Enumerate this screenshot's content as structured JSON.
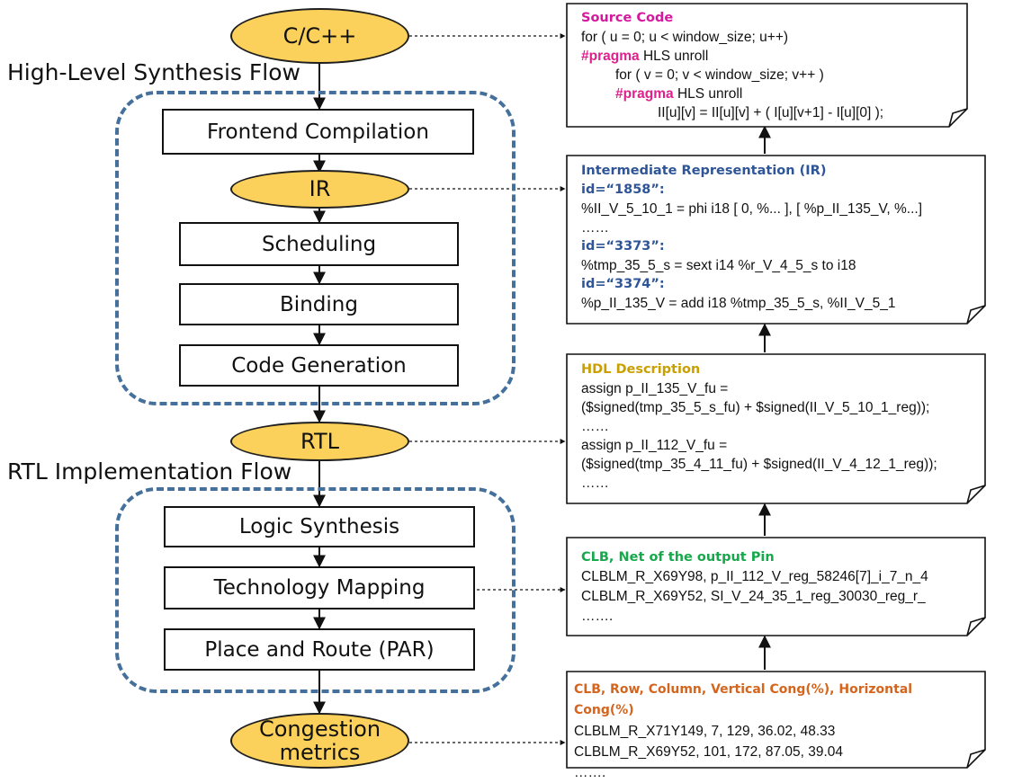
{
  "nodes": {
    "source": "C/C++",
    "ir": "IR",
    "rtl": "RTL",
    "congestion": "Congestion metrics"
  },
  "flows": {
    "hls": {
      "title": "High-Level Synthesis Flow",
      "steps": [
        "Frontend Compilation",
        "Scheduling",
        "Binding",
        "Code Generation"
      ]
    },
    "rtl": {
      "title": "RTL Implementation Flow",
      "steps": [
        "Logic Synthesis",
        "Technology Mapping",
        "Place and Route (PAR)"
      ]
    }
  },
  "notes": {
    "source_code": {
      "title": "Source Code",
      "lines": [
        "for ( u = 0; u < window_size; u++)",
        "HLS unroll",
        "for ( v = 0; v < window_size; v++ )",
        "HLS unroll",
        "II[u][v] = II[u][v] + ( I[u][v+1] - I[u][0] );"
      ],
      "pragma": "#pragma"
    },
    "ir": {
      "title": "Intermediate Representation (IR)",
      "lines": [
        "id=“1858”:",
        "%II_V_5_10_1 = phi i18 [ 0, %... ], [ %p_II_135_V, %...]",
        "……",
        "id=“3373”:",
        "%tmp_35_5_s = sext i14 %r_V_4_5_s to i18",
        "id=“3374”:",
        "%p_II_135_V = add i18 %tmp_35_5_s, %II_V_5_1"
      ]
    },
    "hdl": {
      "title": "HDL Description",
      "lines": [
        "assign p_II_135_V_fu =",
        "($signed(tmp_35_5_s_fu)  + $signed(II_V_5_10_1_reg));",
        "……",
        "assign p_II_112_V_fu =",
        "($signed(tmp_35_4_11_fu) + $signed(II_V_4_12_1_reg));",
        "……"
      ]
    },
    "clb_net": {
      "title": "CLB, Net of the output Pin",
      "lines": [
        "CLBLM_R_X69Y98, p_II_112_V_reg_58246[7]_i_7_n_4",
        "CLBLM_R_X69Y52, SI_V_24_35_1_reg_30030_reg_r_",
        "……."
      ]
    },
    "clb_cong": {
      "title": "CLB, Row, Column, Vertical Cong(%), Horizontal Cong(%)",
      "lines": [
        "CLBLM_R_X71Y149, 7, 129, 36.02, 48.33",
        "CLBLM_R_X69Y52, 101, 172, 87.05, 39.04",
        "……."
      ]
    }
  },
  "colors": {
    "node_fill": "#fbd15b",
    "group_border": "#44709b",
    "source_title": "#d6189e",
    "ir_title": "#2e5597",
    "hdl_title": "#c9a000",
    "clb_net_title": "#17a84b",
    "clb_cong_title": "#d4651e"
  }
}
